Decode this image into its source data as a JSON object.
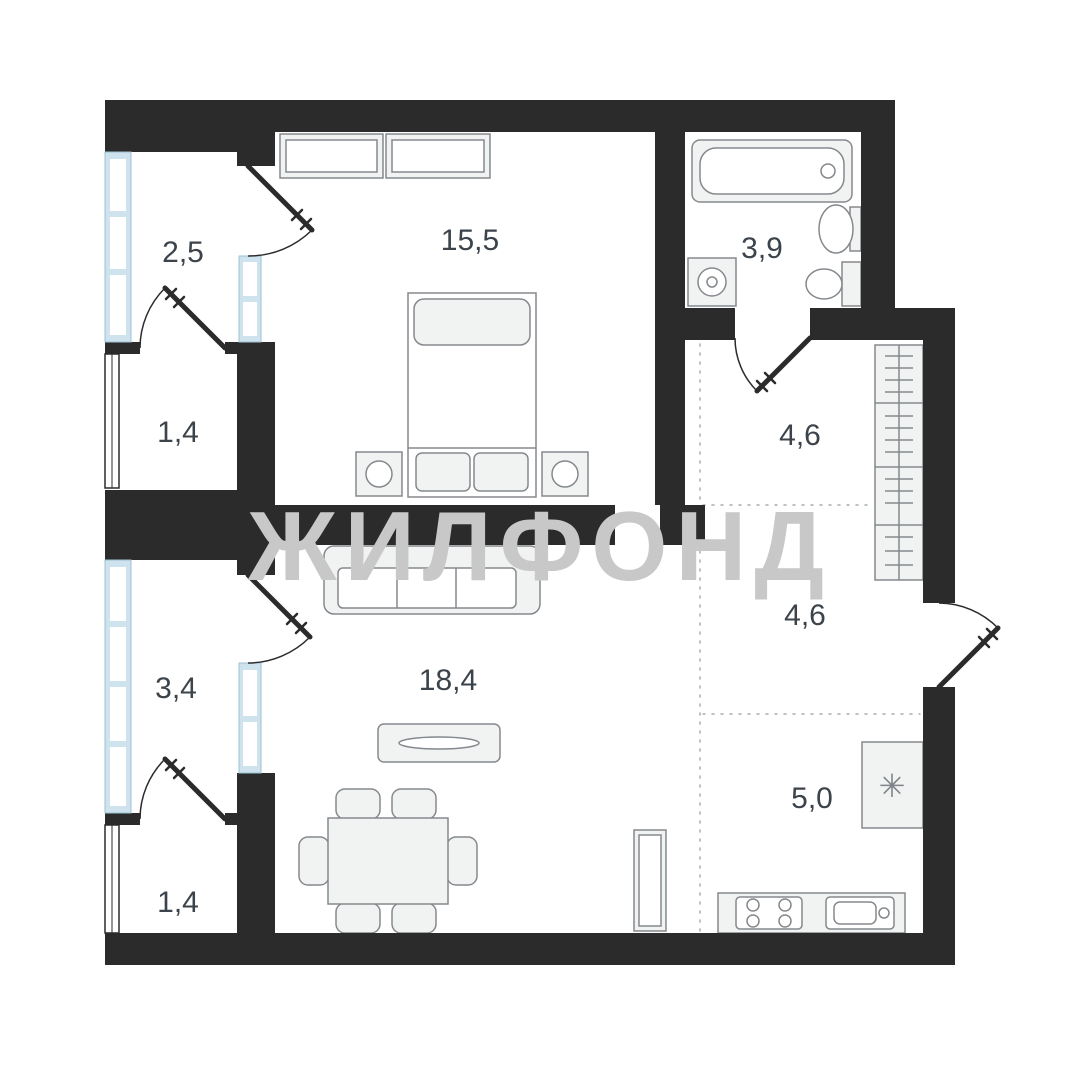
{
  "plan": {
    "watermark": "ЖИЛФОНД",
    "rooms": {
      "balcony_top": {
        "area": "2,5"
      },
      "storage_top": {
        "area": "1,4"
      },
      "bedroom": {
        "area": "15,5"
      },
      "bathroom": {
        "area": "3,9"
      },
      "hall_upper": {
        "area": "4,6"
      },
      "hall_lower": {
        "area": "4,6"
      },
      "balcony_bottom": {
        "area": "3,4"
      },
      "living_room": {
        "area": "18,4"
      },
      "storage_bottom": {
        "area": "1,4"
      },
      "kitchen": {
        "area": "5,0"
      }
    },
    "symbols": {
      "fridge_snowflake": "✳"
    },
    "colors": {
      "wall": "#2b2b2b",
      "window_glass": "#cfe3ee",
      "window_frame": "#9cc2d4",
      "furniture_stroke": "#85898d",
      "furniture_fill": "#f1f2f2",
      "label_text": "#3c434a",
      "watermark": "#c8c8c8",
      "zoning_dash": "#a8aeb3"
    }
  }
}
